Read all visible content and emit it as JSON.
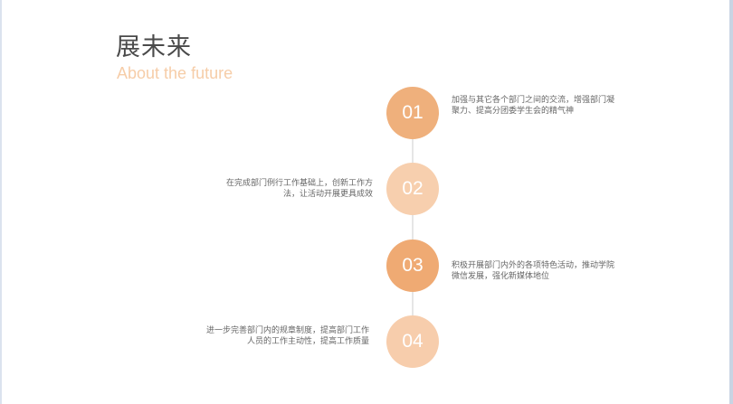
{
  "page": {
    "title": "展未来",
    "subtitle": "About the future"
  },
  "timeline": [
    {
      "number": "01",
      "text": "加强与其它各个部门之间的交流，增强部门凝聚力、提高分团委学生会的精气神",
      "color": "#efb07c"
    },
    {
      "number": "02",
      "text": "在完成部门例行工作基础上，创新工作方法，让活动开展更具成效",
      "color": "#f7cfae"
    },
    {
      "number": "03",
      "text": "积极开展部门内外的各项特色活动，推动学院微信发展，强化新媒体地位",
      "color": "#efaa73"
    },
    {
      "number": "04",
      "text": "进一步完善部门内的规章制度，提高部门工作人员的工作主动性，提高工作质量",
      "color": "#f7cdac"
    }
  ],
  "colors": {
    "accent": "#efb07c",
    "accent_light": "#f7cfae",
    "subtitle": "#f6cda8"
  }
}
